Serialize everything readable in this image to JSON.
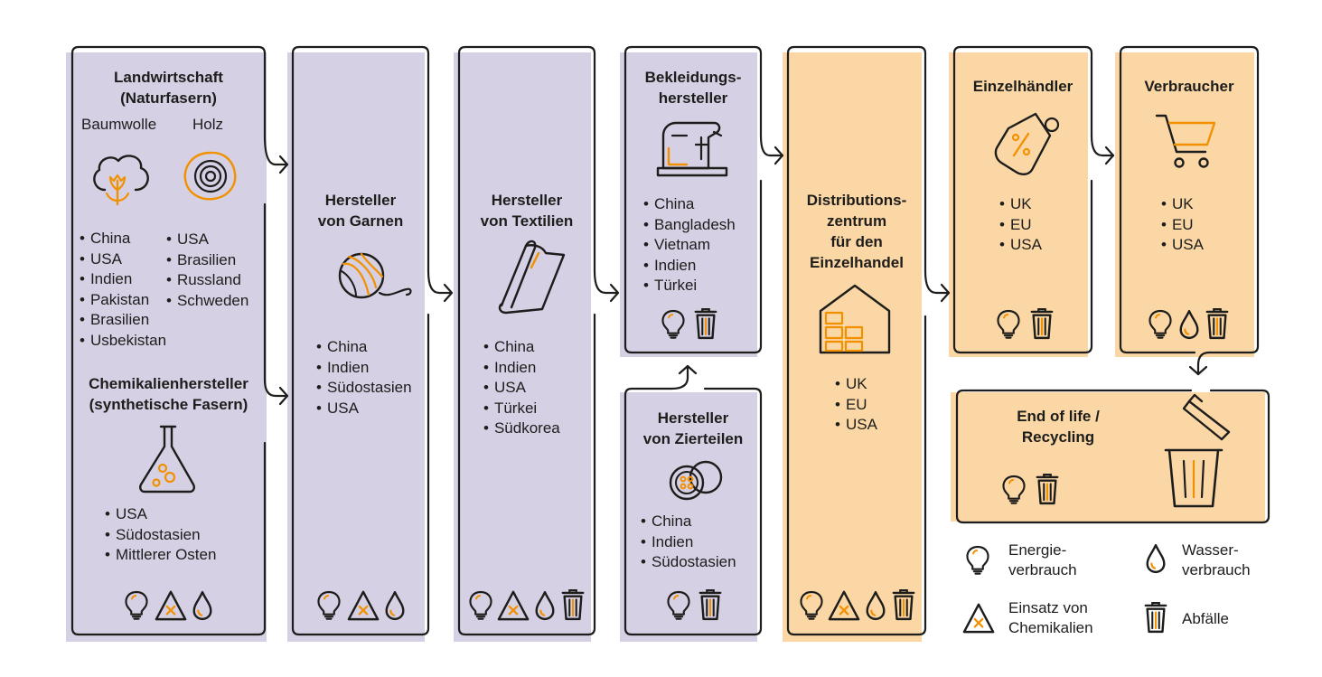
{
  "colors": {
    "purple": "#d5d0e4",
    "orange": "#fbd7a6",
    "accent": "#f29100",
    "line": "#1d1d1b"
  },
  "stages": {
    "landwirtschaft": {
      "title_1": "Landwirtschaft",
      "title_2": "(Naturfasern)",
      "cotton_label": "Baumwolle",
      "wood_label": "Holz",
      "cotton_countries": [
        "China",
        "USA",
        "Indien",
        "Pakistan",
        "Brasilien",
        "Usbekistan"
      ],
      "wood_countries": [
        "USA",
        "Brasilien",
        "Russland",
        "Schweden"
      ],
      "chem_title_1": "Chemikalienhersteller",
      "chem_title_2": "(synthetische Fasern)",
      "chem_countries": [
        "USA",
        "Südostasien",
        "Mittlerer Osten"
      ],
      "impacts": [
        "bulb-icon",
        "chemical-icon",
        "drop-icon"
      ]
    },
    "garne": {
      "title_1": "Hersteller",
      "title_2": "von Garnen",
      "countries": [
        "China",
        "Indien",
        "Südostasien",
        "USA"
      ],
      "impacts": [
        "bulb-icon",
        "chemical-icon",
        "drop-icon"
      ]
    },
    "textilien": {
      "title_1": "Hersteller",
      "title_2": "von Textilien",
      "countries": [
        "China",
        "Indien",
        "USA",
        "Türkei",
        "Südkorea"
      ],
      "impacts": [
        "bulb-icon",
        "chemical-icon",
        "drop-icon",
        "trash-icon"
      ]
    },
    "bekleidung": {
      "title_1": "Bekleidungs-",
      "title_2": "hersteller",
      "countries": [
        "China",
        "Bangladesh",
        "Vietnam",
        "Indien",
        "Türkei"
      ],
      "impacts": [
        "bulb-icon",
        "trash-icon"
      ]
    },
    "zierteile": {
      "title_1": "Hersteller",
      "title_2": "von Zierteilen",
      "countries": [
        "China",
        "Indien",
        "Südostasien"
      ],
      "impacts": [
        "bulb-icon",
        "trash-icon"
      ]
    },
    "distribution": {
      "title_1": "Distributions-",
      "title_2": "zentrum",
      "title_3": "für den",
      "title_4": "Einzelhandel",
      "countries": [
        "UK",
        "EU",
        "USA"
      ],
      "impacts": [
        "bulb-icon",
        "chemical-icon",
        "drop-icon",
        "trash-icon"
      ]
    },
    "einzelhaendler": {
      "title": "Einzelhändler",
      "countries": [
        "UK",
        "EU",
        "USA"
      ],
      "impacts": [
        "bulb-icon",
        "trash-icon"
      ]
    },
    "verbraucher": {
      "title": "Verbraucher",
      "countries": [
        "UK",
        "EU",
        "USA"
      ],
      "impacts": [
        "bulb-icon",
        "drop-icon",
        "trash-icon"
      ]
    },
    "end_of_life": {
      "title_1": "End of life /",
      "title_2": "Recycling",
      "impacts": [
        "bulb-icon",
        "trash-icon"
      ]
    }
  },
  "legend": {
    "energy_1": "Energie-",
    "energy_2": "verbrauch",
    "water_1": "Wasser-",
    "water_2": "verbrauch",
    "chemicals_1": "Einsatz von",
    "chemicals_2": "Chemikalien",
    "waste": "Abfälle"
  }
}
